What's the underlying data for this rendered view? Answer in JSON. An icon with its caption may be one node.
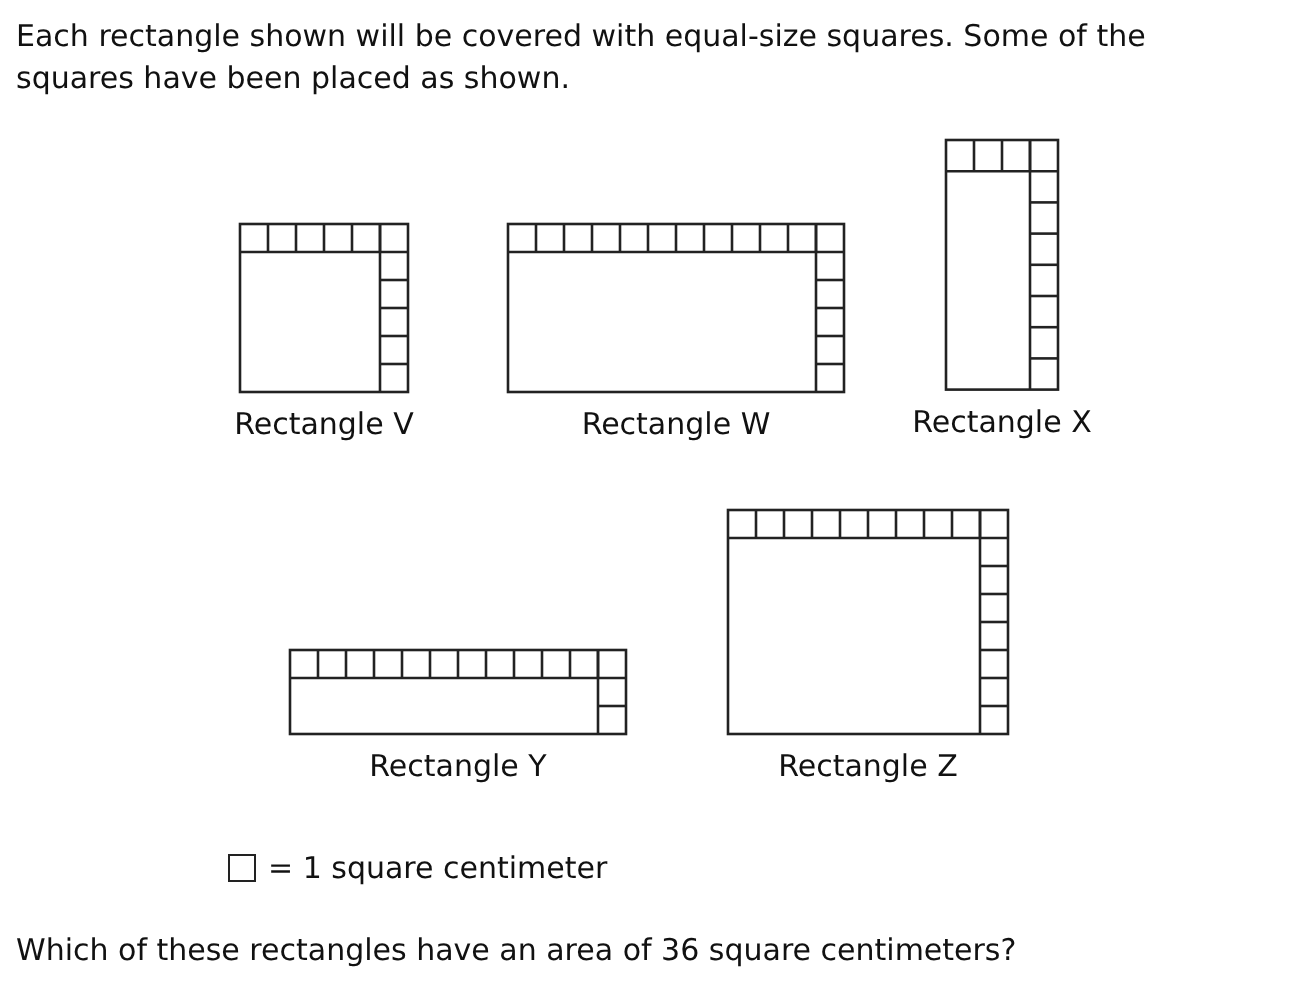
{
  "diagram": {
    "title": "Each rectangle shown will be covered with equal-size squares. Some of the squares have been placed as shown.",
    "caption": "Which of these rectangles have an area of 36 square centimeters?",
    "nodes": [
      {
        "text": [
          "Rectangle V"
        ]
      },
      {
        "text": [
          "Rectangle W"
        ]
      },
      {
        "text": [
          "Rectangle X"
        ]
      },
      {
        "text": [
          "Rectangle Y"
        ]
      },
      {
        "text": [
          "Rectangle Z"
        ]
      }
    ],
    "legend": [
      {
        "text": "= 1 square centimeter"
      }
    ]
  }
}
